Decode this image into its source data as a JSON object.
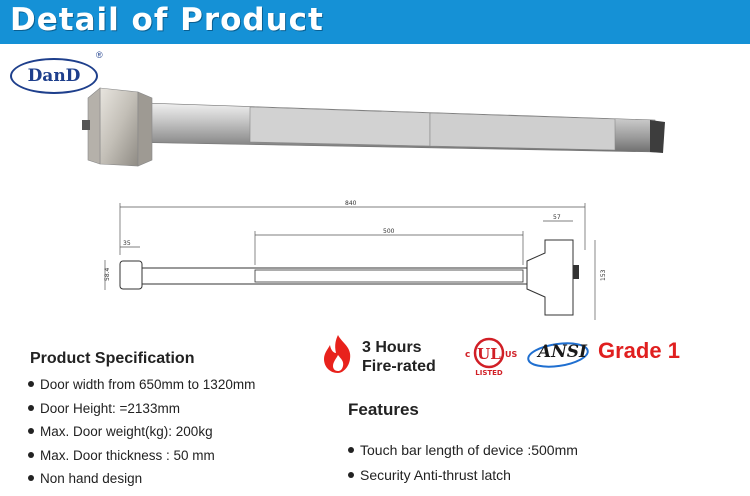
{
  "header": {
    "title": "Detail of Product"
  },
  "logo": {
    "text": "DanD",
    "registered": "®"
  },
  "drawing": {
    "dim_total": "840",
    "dim_bar": "500",
    "dim_head": "57",
    "dim_end": "35",
    "dim_height_left": "58.4",
    "dim_height_right": "153"
  },
  "specification": {
    "title": "Product Specification",
    "items": [
      "Door width from 650mm to 1320mm",
      "Door Height: =2133mm",
      "Max. Door weight(kg): 200kg",
      "Max. Door thickness : 50 mm",
      "Non hand design"
    ]
  },
  "badges": {
    "fire_rated": {
      "line1": "3 Hours",
      "line2": "Fire-rated"
    },
    "ul": {
      "text": "UL",
      "c": "c",
      "us": "US",
      "listed": "LISTED"
    },
    "ansi": "ANSI",
    "grade": "Grade 1"
  },
  "features": {
    "title": "Features",
    "items": [
      "Touch bar length of device :500mm",
      "Security Anti-thrust latch"
    ]
  },
  "colors": {
    "header_bg": "#1591d6",
    "logo_blue": "#1e3f8c",
    "grade_red": "#e01f1f",
    "fire_red": "#e8221c",
    "ul_red": "#d11f26"
  }
}
